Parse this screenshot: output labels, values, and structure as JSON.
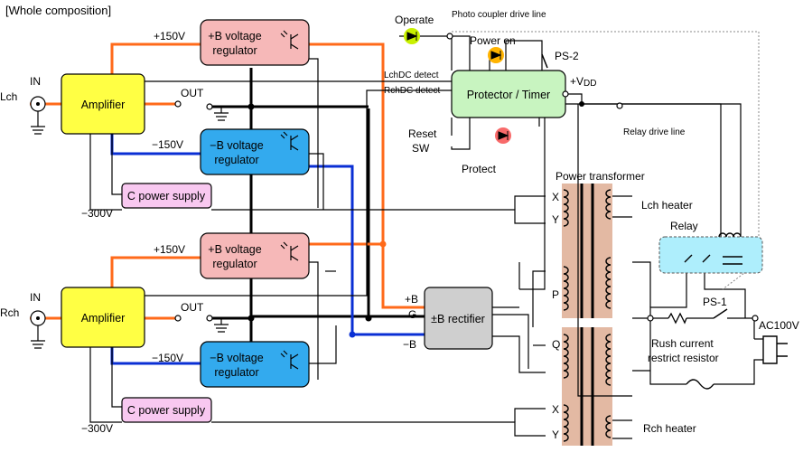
{
  "title": "[Whole composition]",
  "channels": {
    "lch": {
      "label": "Lch",
      "in": "IN",
      "out": "OUT",
      "heater": "Lch heater"
    },
    "rch": {
      "label": "Rch",
      "in": "IN",
      "out": "OUT",
      "heater": "Rch heater"
    }
  },
  "blocks": {
    "amplifier": "Amplifier",
    "pos_reg_1": "+B voltage",
    "pos_reg_2": "regulator",
    "neg_reg_1": "−B voltage",
    "neg_reg_2": "regulator",
    "c_supply": "C power supply",
    "protector": "Protector / Timer",
    "rectifier": "±B rectifier"
  },
  "voltages": {
    "pos150": "+150V",
    "neg150": "−150V",
    "neg300": "−300V",
    "vdd": "+V",
    "vdd_sub": "DD",
    "ac": "AC100V"
  },
  "labels": {
    "operate": "Operate",
    "photo_line": "Photo coupler drive line",
    "power_on": "Power on",
    "ps2": "PS-2",
    "ps1": "PS-1",
    "lch_detect": "LchDC detect",
    "rch_detect": "RchDC detect",
    "reset_1": "Reset",
    "reset_2": "SW",
    "protect": "Protect",
    "relay_line": "Relay drive line",
    "transformer": "Power transformer",
    "relay": "Relay",
    "rush_1": "Rush current",
    "rush_2": "restrict resistor",
    "plus_b": "+B",
    "g": "G",
    "minus_b": "−B",
    "x": "X",
    "y": "Y",
    "p": "P",
    "q": "Q"
  },
  "colors": {
    "orange": "#ff6a1a",
    "blue": "#0a2fd4",
    "pos_box": "#f6b8b8",
    "neg_box": "#33aaee",
    "amp_box": "#ffff44",
    "c_box": "#f8c8f0",
    "protector_box": "#c8f4c0",
    "rect_box": "#cfcfcf",
    "transformer_core": "#e3b9a3",
    "relay_box": "#aeeefc",
    "led_operate": "#c8f000",
    "led_power": "#ffb300",
    "led_protect": "#f86a6a"
  }
}
